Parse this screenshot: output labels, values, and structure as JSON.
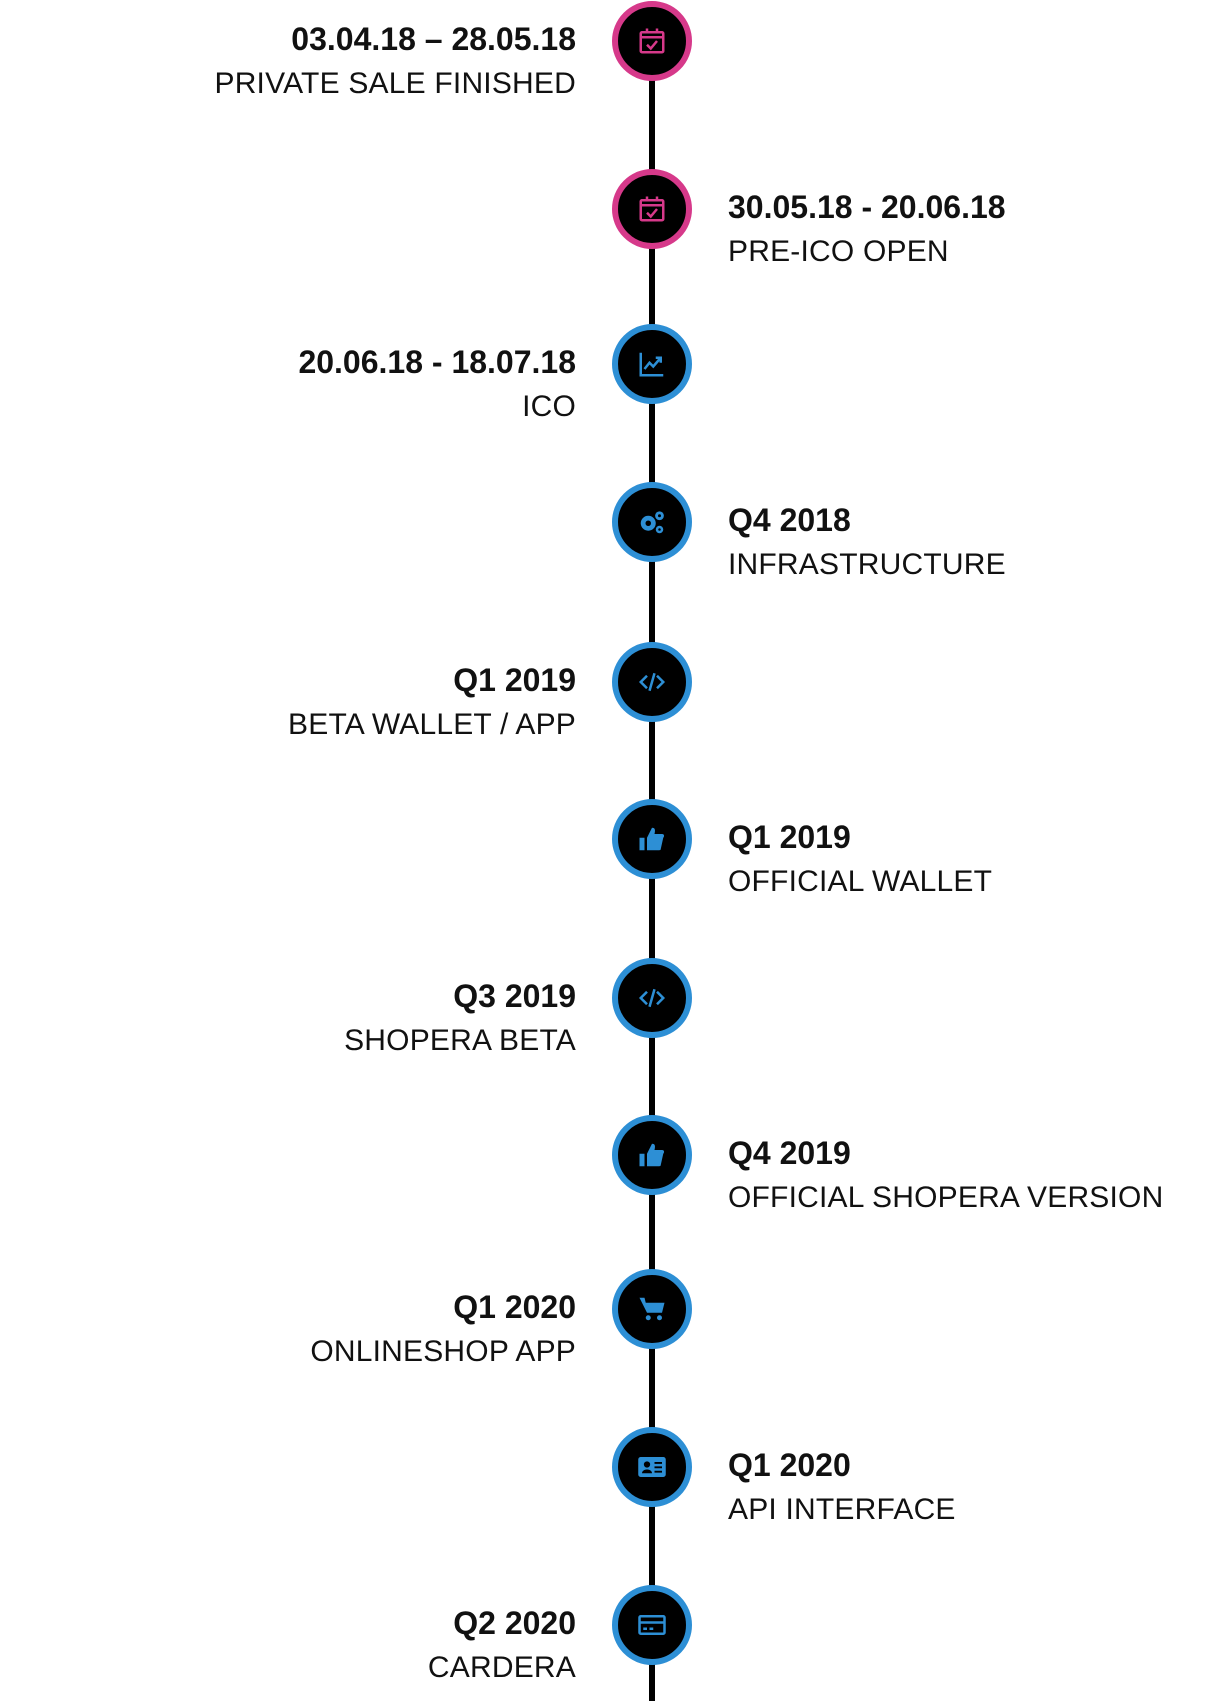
{
  "colors": {
    "pink": "#d6398a",
    "blue": "#2d8fd5",
    "line": "#000000"
  },
  "milestones": [
    {
      "date": "03.04.18 – 28.05.18",
      "label": "PRIVATE SALE FINISHED",
      "icon": "calendar-check-icon",
      "color": "pink",
      "side": "left"
    },
    {
      "date": "30.05.18 - 20.06.18",
      "label": "PRE-ICO OPEN",
      "icon": "calendar-check-icon",
      "color": "pink",
      "side": "right"
    },
    {
      "date": "20.06.18 - 18.07.18",
      "label": "ICO",
      "icon": "chart-line-icon",
      "color": "blue",
      "side": "left"
    },
    {
      "date": "Q4 2018",
      "label": "INFRASTRUCTURE",
      "icon": "gears-icon",
      "color": "blue",
      "side": "right"
    },
    {
      "date": "Q1 2019",
      "label": "BETA WALLET / APP",
      "icon": "code-icon",
      "color": "blue",
      "side": "left"
    },
    {
      "date": "Q1 2019",
      "label": "OFFICIAL WALLET",
      "icon": "thumbs-up-icon",
      "color": "blue",
      "side": "right"
    },
    {
      "date": "Q3 2019",
      "label": "SHOPERA BETA",
      "icon": "code-icon",
      "color": "blue",
      "side": "left"
    },
    {
      "date": "Q4 2019",
      "label": "OFFICIAL SHOPERA VERSION",
      "icon": "thumbs-up-icon",
      "color": "blue",
      "side": "right"
    },
    {
      "date": "Q1 2020",
      "label": "ONLINESHOP APP",
      "icon": "shopping-cart-icon",
      "color": "blue",
      "side": "left"
    },
    {
      "date": "Q1 2020",
      "label": "API INTERFACE",
      "icon": "id-card-icon",
      "color": "blue",
      "side": "right"
    },
    {
      "date": "Q2 2020",
      "label": "CARDERA",
      "icon": "credit-card-icon",
      "color": "blue",
      "side": "left"
    }
  ]
}
